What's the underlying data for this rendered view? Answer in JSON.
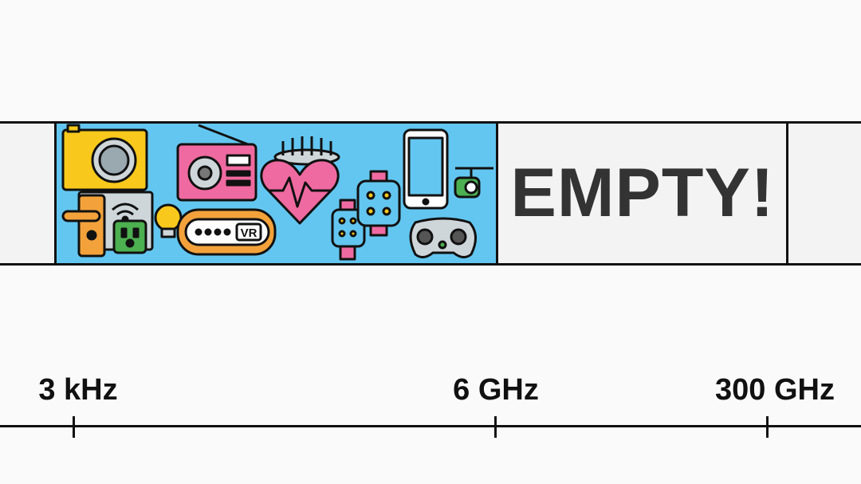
{
  "spectrum": {
    "empty_label": "EMPTY!",
    "axis_labels": [
      "3 kHz",
      "6 GHz",
      "300 GHz"
    ],
    "device_icons": [
      "camera-icon",
      "radio-icon",
      "antenna-icon",
      "phone-icon",
      "drone-icon",
      "door-lock-icon",
      "wifi-icon",
      "power-outlet-icon",
      "light-bulb-icon",
      "vr-headset-icon",
      "heart-rate-icon",
      "smartwatch-icon",
      "game-controller-icon"
    ],
    "vr_label": "VR",
    "colors": {
      "panel": "#63c6f0",
      "empty_region": "#f3f3f3",
      "text": "#333333"
    }
  }
}
